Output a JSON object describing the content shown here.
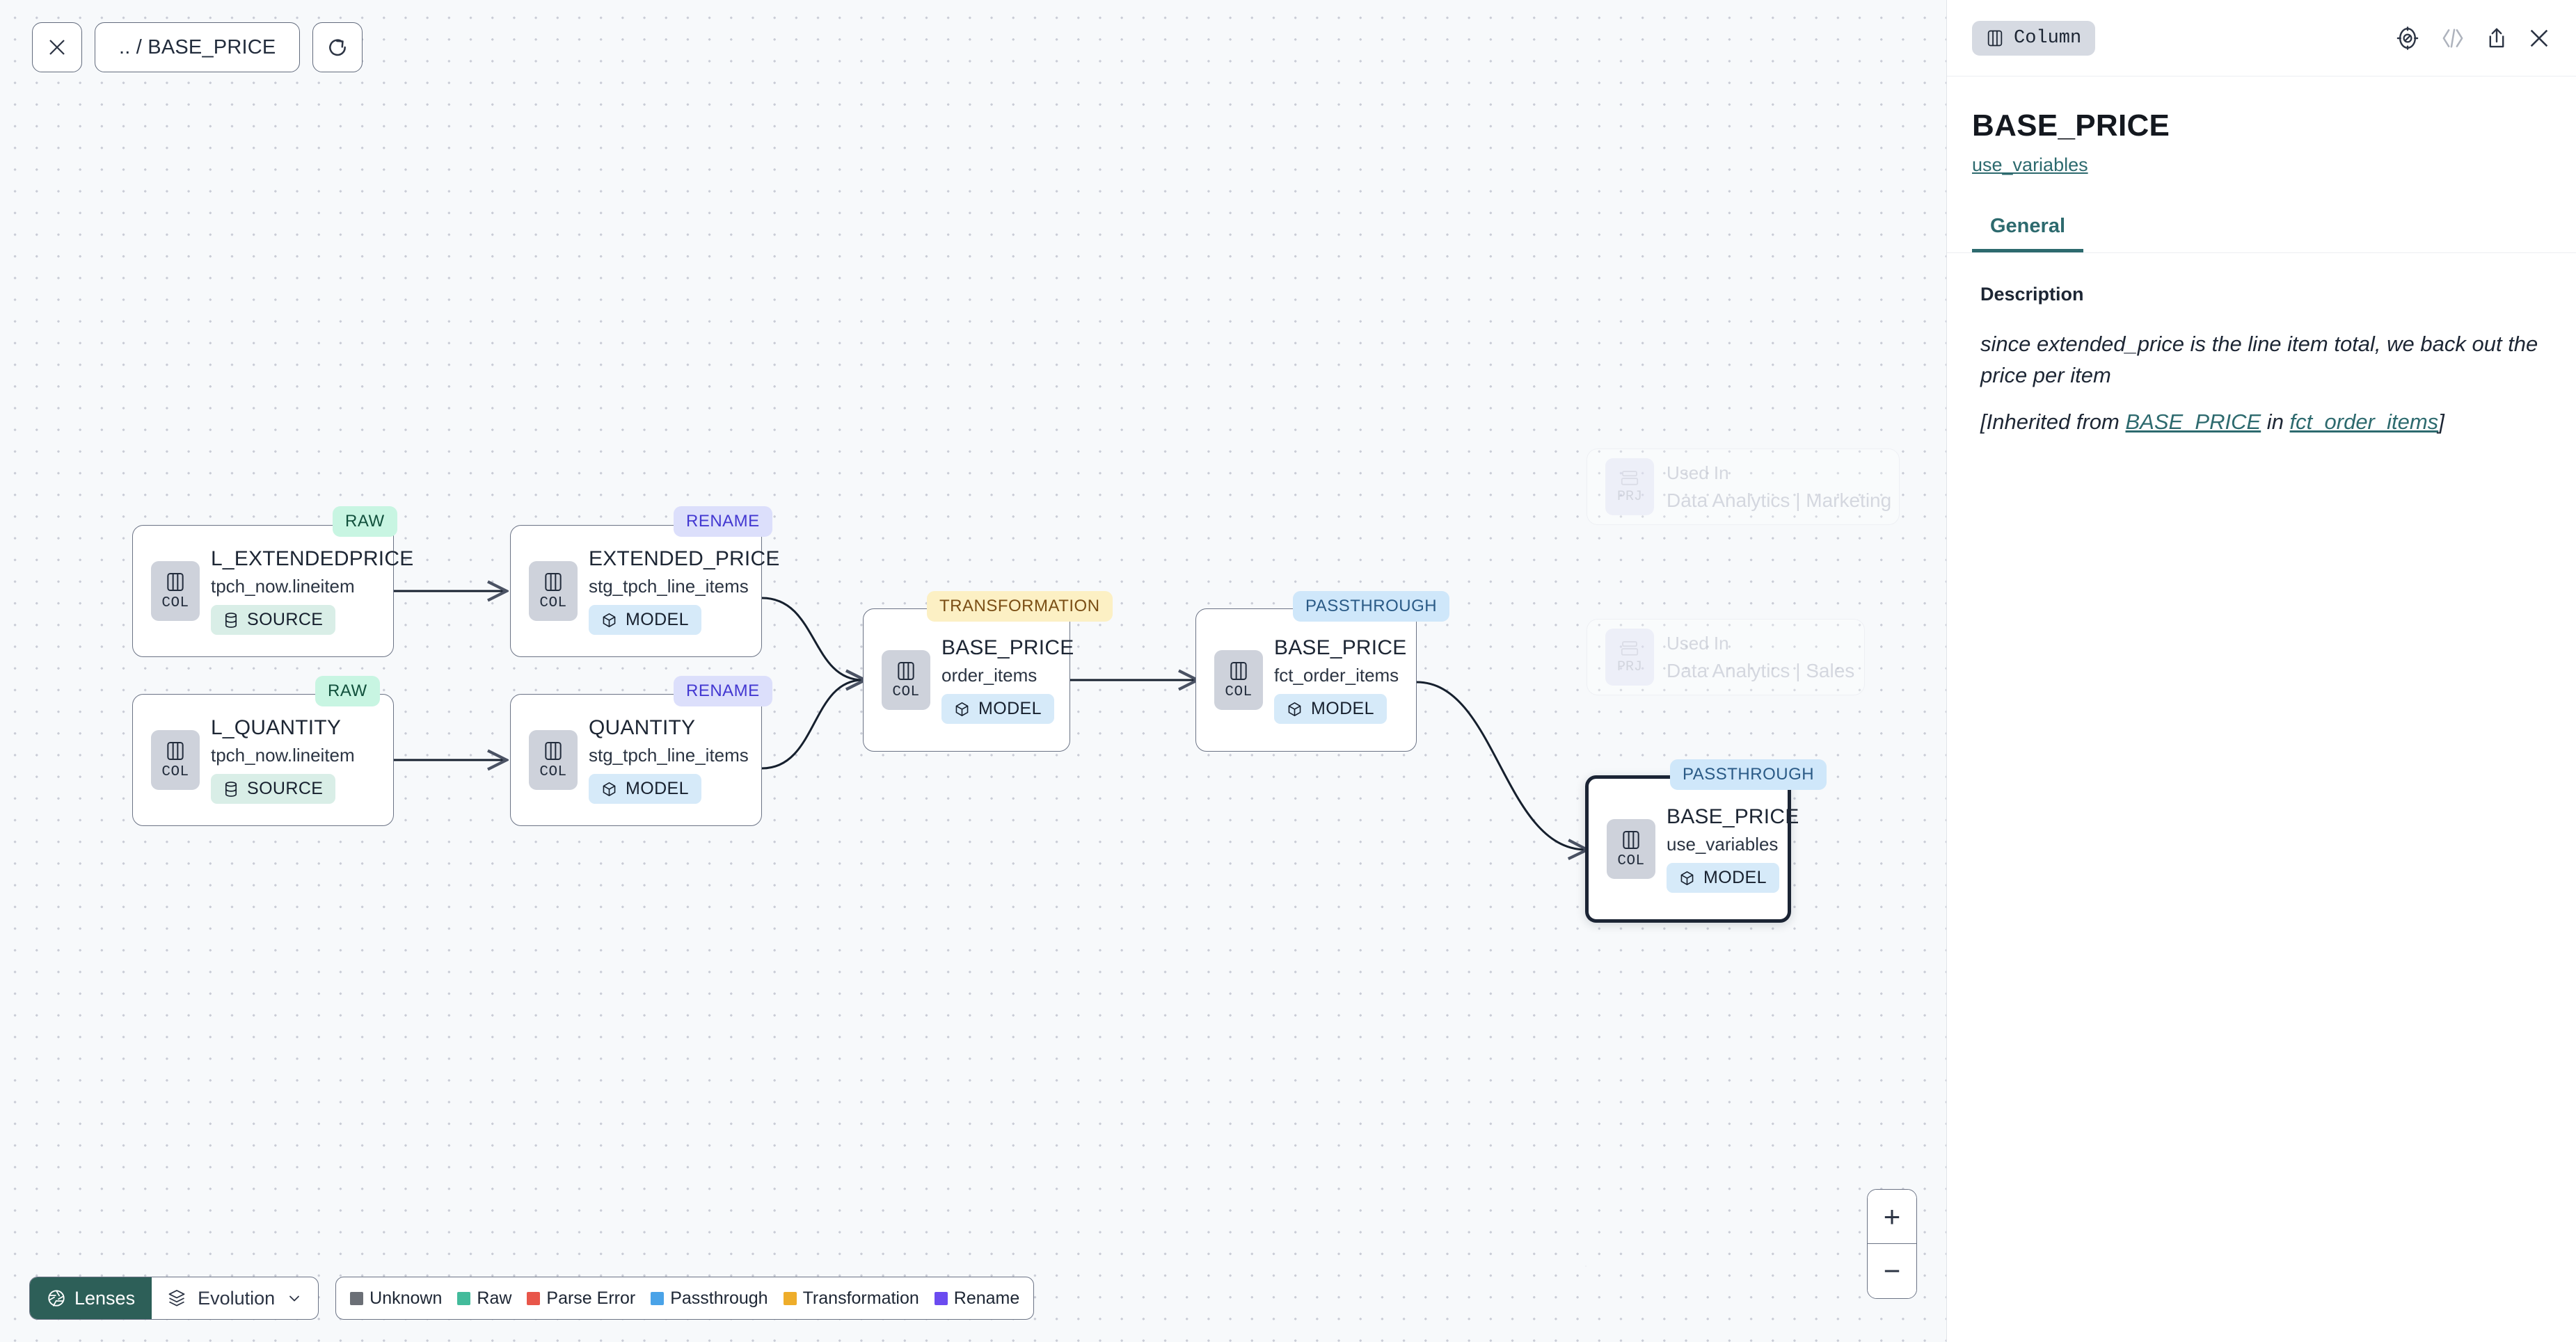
{
  "toolbar": {
    "close_label": "×",
    "path_label": ".. / BASE_PRICE",
    "refresh_label": "↻"
  },
  "graph": {
    "nodes": [
      {
        "id": "l_extendedprice",
        "badge": "RAW",
        "badge_kind": "raw",
        "icon_tag": "COL",
        "title": "L_EXTENDEDPRICE",
        "subtitle": "tpch_now.lineitem",
        "pill": "SOURCE",
        "pill_kind": "source"
      },
      {
        "id": "l_quantity",
        "badge": "RAW",
        "badge_kind": "raw",
        "icon_tag": "COL",
        "title": "L_QUANTITY",
        "subtitle": "tpch_now.lineitem",
        "pill": "SOURCE",
        "pill_kind": "source"
      },
      {
        "id": "extended_price",
        "badge": "RENAME",
        "badge_kind": "rename",
        "icon_tag": "COL",
        "title": "EXTENDED_PRICE",
        "subtitle": "stg_tpch_line_items",
        "pill": "MODEL",
        "pill_kind": "model"
      },
      {
        "id": "quantity",
        "badge": "RENAME",
        "badge_kind": "rename",
        "icon_tag": "COL",
        "title": "QUANTITY",
        "subtitle": "stg_tpch_line_items",
        "pill": "MODEL",
        "pill_kind": "model"
      },
      {
        "id": "order_items",
        "badge": "TRANSFORMATION",
        "badge_kind": "trans",
        "icon_tag": "COL",
        "title": "BASE_PRICE",
        "subtitle": "order_items",
        "pill": "MODEL",
        "pill_kind": "model"
      },
      {
        "id": "fct_order_items",
        "badge": "PASSTHROUGH",
        "badge_kind": "pass",
        "icon_tag": "COL",
        "title": "BASE_PRICE",
        "subtitle": "fct_order_items",
        "pill": "MODEL",
        "pill_kind": "model"
      },
      {
        "id": "use_variables",
        "badge": "PASSTHROUGH",
        "badge_kind": "pass",
        "icon_tag": "COL",
        "title": "BASE_PRICE",
        "subtitle": "use_variables",
        "pill": "MODEL",
        "pill_kind": "model",
        "selected": true
      }
    ],
    "ghost_nodes": [
      {
        "id": "ghost-marketing",
        "icon_tag": "PRJ",
        "top": "Used In",
        "bottom": "Data Analytics | Marketing"
      },
      {
        "id": "ghost-sales",
        "icon_tag": "PRJ",
        "top": "Used In",
        "bottom": "Data Analytics | Sales"
      }
    ]
  },
  "bottom": {
    "lenses_label": "Lenses",
    "evolution_label": "Evolution",
    "legend": [
      {
        "label": "Unknown",
        "color": "#6b6f76"
      },
      {
        "label": "Raw",
        "color": "#43bb9b"
      },
      {
        "label": "Parse Error",
        "color": "#e8564a"
      },
      {
        "label": "Passthrough",
        "color": "#4aa3e8"
      },
      {
        "label": "Transformation",
        "color": "#eead2a"
      },
      {
        "label": "Rename",
        "color": "#6b4bf0"
      }
    ],
    "zoom_in_label": "+",
    "zoom_out_label": "−"
  },
  "panel": {
    "type_chip": "Column",
    "title": "BASE_PRICE",
    "link": "use_variables",
    "tabs": [
      {
        "label": "General",
        "active": true
      }
    ],
    "description_label": "Description",
    "description_text": "since extended_price is the line item total, we back out the price per item",
    "inherited_prefix": "[Inherited from ",
    "inherited_column": "BASE_PRICE",
    "inherited_mid": " in ",
    "inherited_model": "fct_order_items",
    "inherited_suffix": "]"
  },
  "colors": {
    "accent_teal": "#2d6a6e",
    "lenses_bg": "#2d5f58",
    "canvas_bg": "#f7f9fb"
  }
}
